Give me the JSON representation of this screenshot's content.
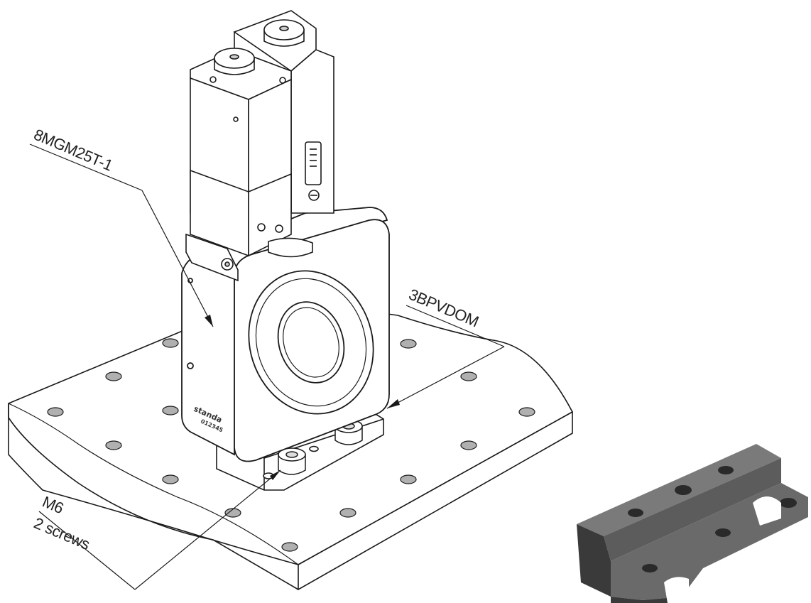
{
  "labels": {
    "stage_model": "8MGM25T-1",
    "mount_model": "3BPVDOM",
    "screw_size": "M6",
    "screw_count": "2 screws"
  },
  "device_marking": {
    "brand": "standa",
    "serial": "012345"
  },
  "colors": {
    "line": "#1a1a1a",
    "hole_fill": "#b0b0b0",
    "photo_dark": "#3a3a3a",
    "photo_mid": "#5c5c5c",
    "photo_light": "#7a7a7a"
  }
}
